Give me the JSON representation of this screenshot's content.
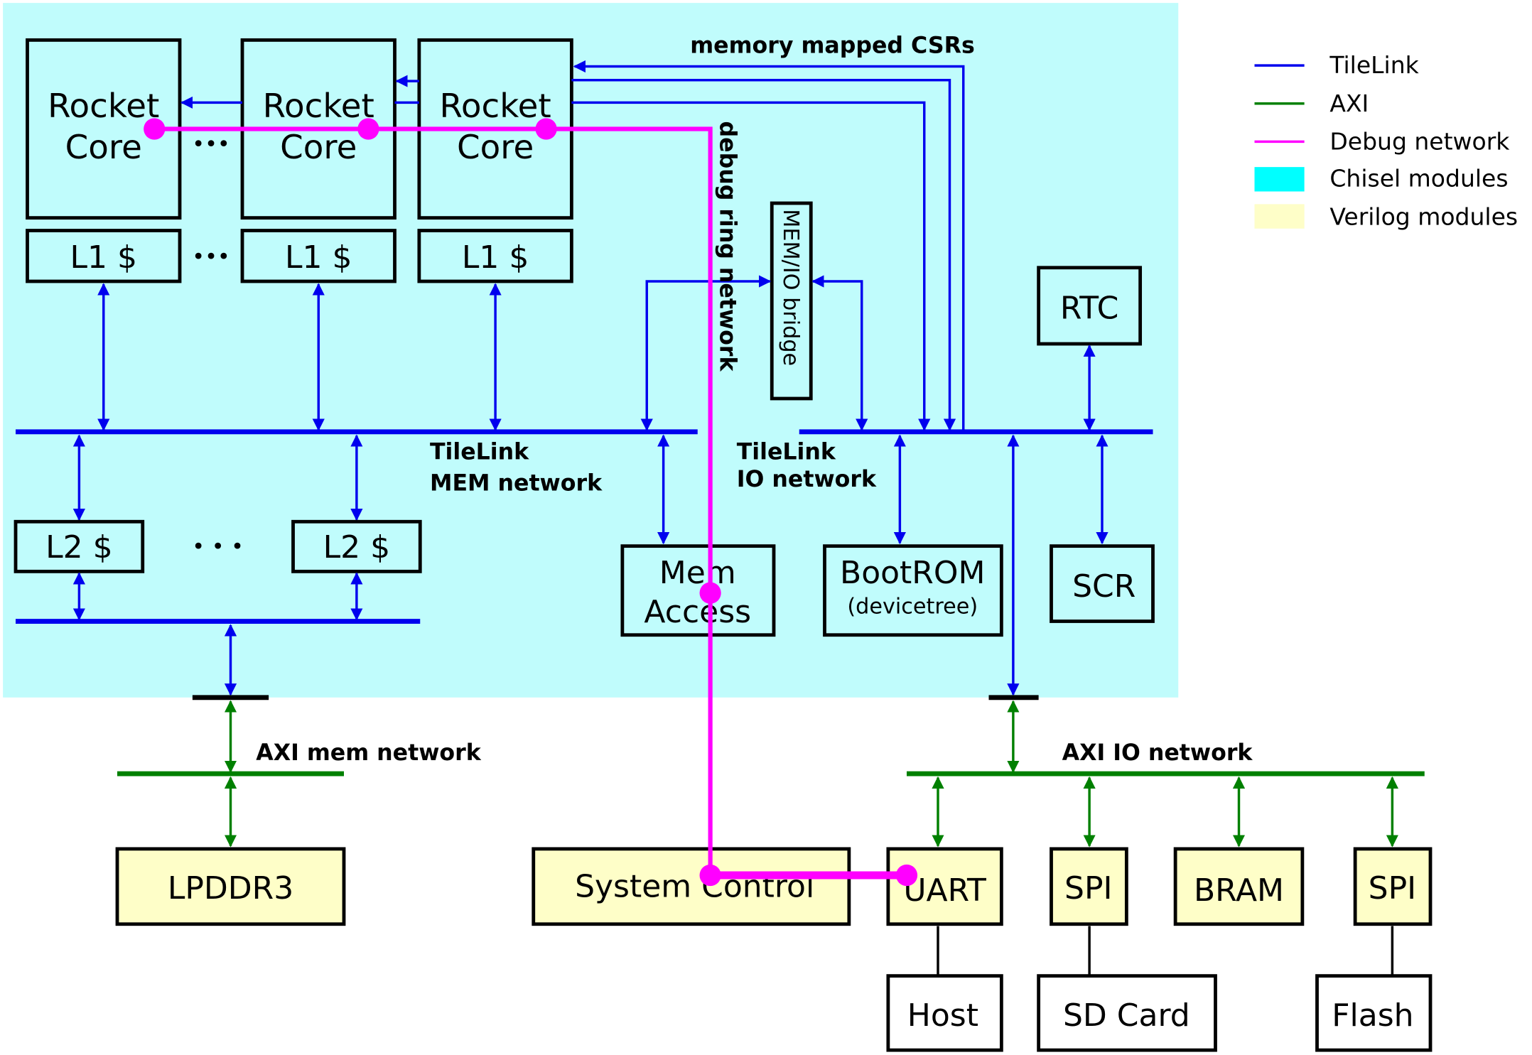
{
  "colors": {
    "tilelink": "#0000ee",
    "axi": "#008000",
    "debug": "#ff00ff",
    "chisel": "#00ffff",
    "chisel_region": "#c0fcfc",
    "verilog": "#fefec8"
  },
  "legend": [
    {
      "label": "TileLink",
      "kind": "line",
      "color": "#0000ee"
    },
    {
      "label": "AXI",
      "kind": "line",
      "color": "#008000"
    },
    {
      "label": "Debug network",
      "kind": "line",
      "color": "#ff00ff"
    },
    {
      "label": "Chisel modules",
      "kind": "swatch",
      "color": "#00ffff"
    },
    {
      "label": "Verilog modules",
      "kind": "swatch",
      "color": "#fefec8"
    }
  ],
  "cores": [
    {
      "line1": "Rocket",
      "line2": "Core",
      "cache": "L1 $"
    },
    {
      "line1": "Rocket",
      "line2": "Core",
      "cache": "L1 $"
    },
    {
      "line1": "Rocket",
      "line2": "Core",
      "cache": "L1 $"
    }
  ],
  "ellipsis": "•••",
  "ellipsis_spaced": "• • •",
  "labels": {
    "csr": "memory mapped CSRs",
    "debug_ring": "debug ring network",
    "tl_mem_1": "TileLink",
    "tl_mem_2": "MEM network",
    "tl_io_1": "TileLink",
    "tl_io_2": "IO network",
    "axi_mem": "AXI mem network",
    "axi_io": "AXI IO network"
  },
  "blocks": {
    "memio_bridge": "MEM/IO bridge",
    "rtc": "RTC",
    "l2a": "L2 $",
    "l2b": "L2 $",
    "mem_access_1": "Mem",
    "mem_access_2": "Access",
    "bootrom_1": "BootROM",
    "bootrom_2": "(devicetree)",
    "scr": "SCR",
    "lpddr3": "LPDDR3",
    "system_control": "System Control",
    "uart": "UART",
    "spi1": "SPI",
    "bram": "BRAM",
    "spi2": "SPI",
    "host": "Host",
    "sdcard": "SD Card",
    "flash": "Flash"
  }
}
